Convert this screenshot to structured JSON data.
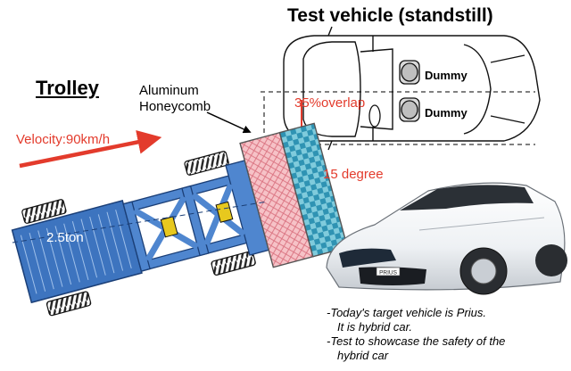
{
  "diagram": {
    "title": "Test vehicle (standstill)",
    "trolley_label": "Trolley",
    "honeycomb_label_line1": "Aluminum",
    "honeycomb_label_line2": "Honeycomb",
    "velocity_label": "Velocity:90km/h",
    "overlap_label": "35%overlap",
    "angle_label": "15 degree",
    "mass_label": "2.5ton",
    "dummy_labels": [
      "Dummy",
      "Dummy"
    ],
    "notes": [
      "-Today's target vehicle is Prius.",
      "It is hybrid car.",
      "-Test to showcase the safety of the",
      "hybrid car"
    ],
    "car_badge": "PRIUS",
    "colors": {
      "annotation": "#e33b2c",
      "trolley_frame": "#3d74bf",
      "honeycomb": "#f4b5bc",
      "barrier": "#5ab3c9"
    }
  }
}
